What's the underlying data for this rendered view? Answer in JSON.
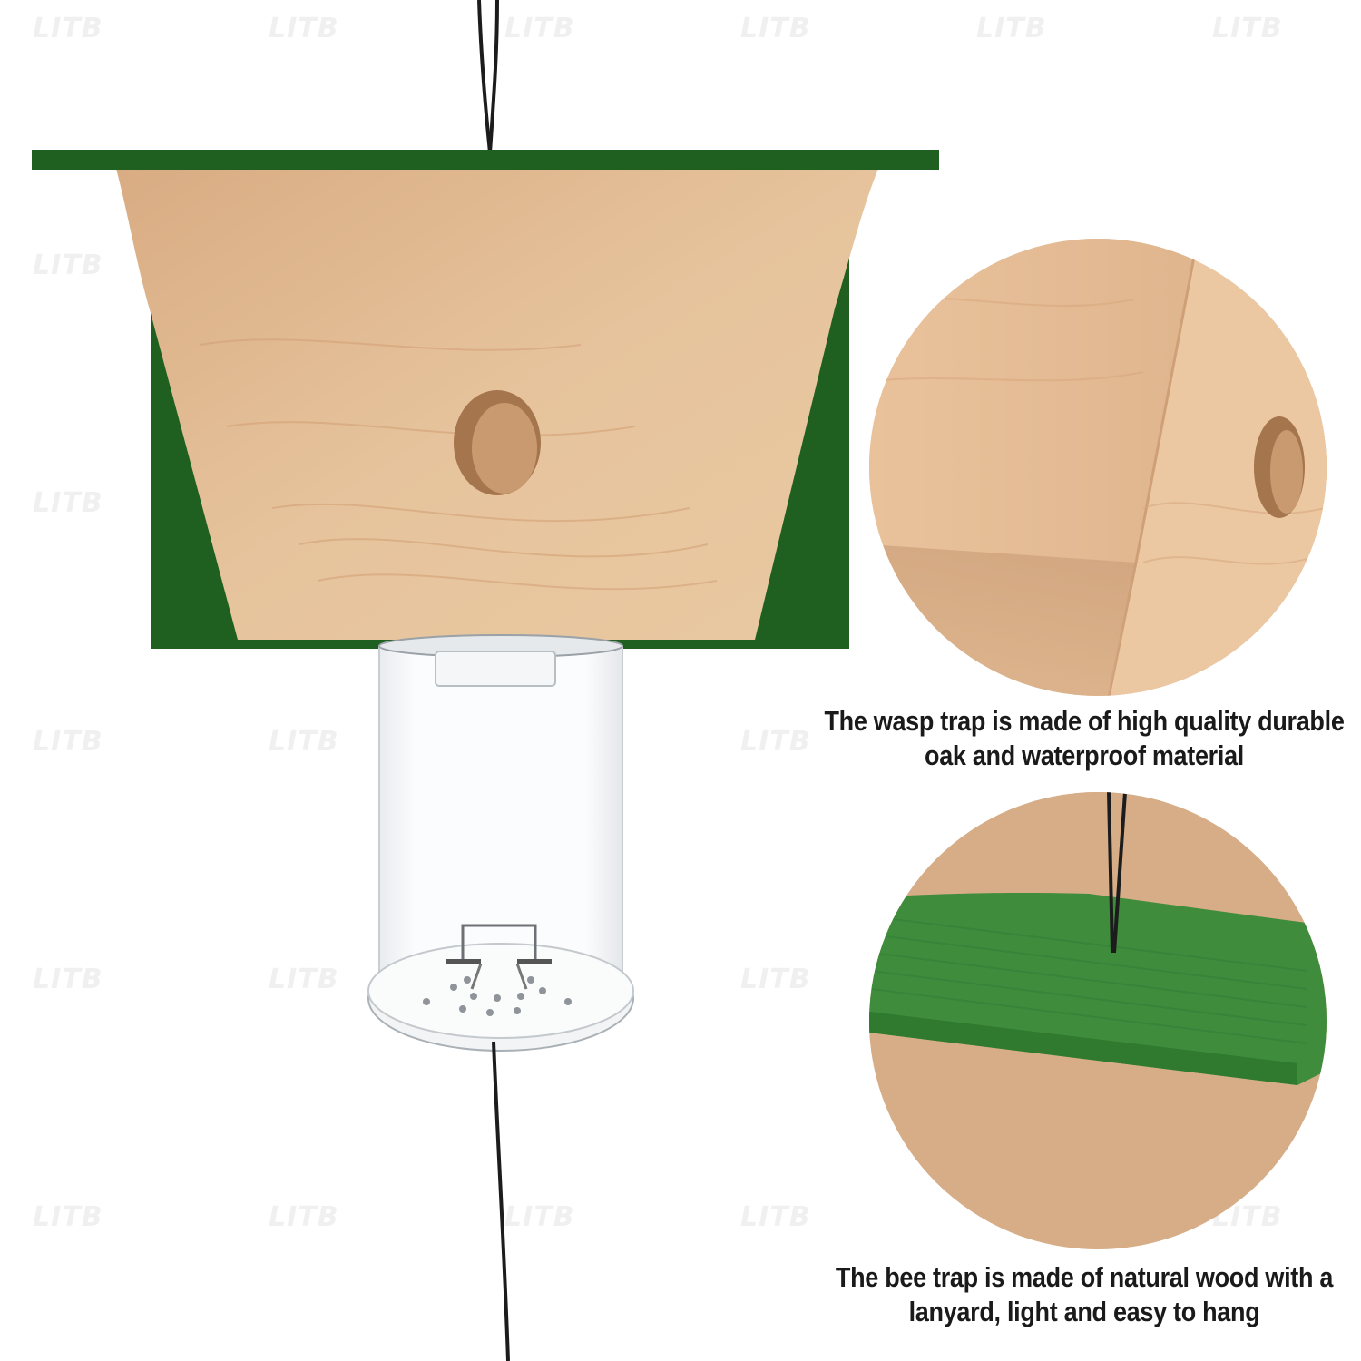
{
  "watermark": {
    "text": "LITB"
  },
  "captions": {
    "top_line1": "The wasp trap is made of high quality durable",
    "top_line2": "oak and waterproof material",
    "bottom_line1": "The bee trap is made of natural wood with a",
    "bottom_line2": "lanyard, light and easy to hang"
  },
  "colors": {
    "green_roof": "#1f5f20",
    "green_light": "#3f8c3c",
    "wood": "#e3bd96",
    "wood_dark": "#c99b72"
  }
}
